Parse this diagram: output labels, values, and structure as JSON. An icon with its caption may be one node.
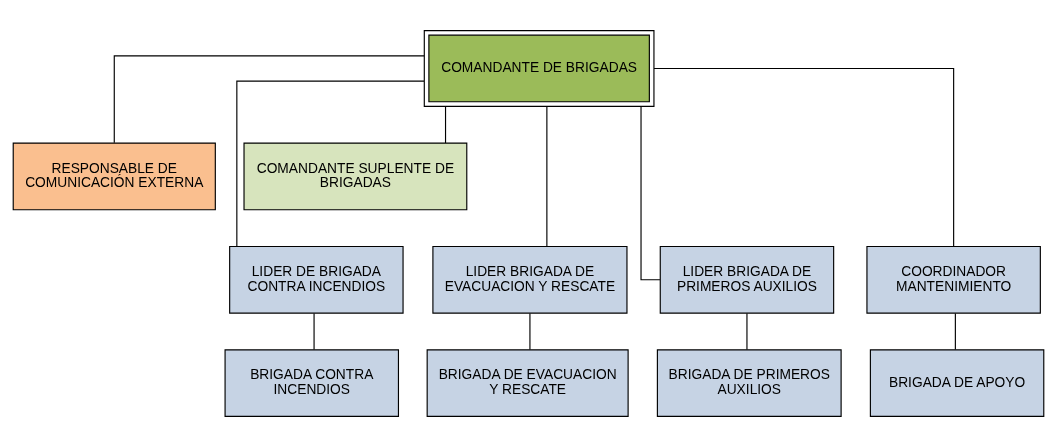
{
  "diagram": {
    "nodes": [
      {
        "text": [
          "COMANDANTE DE BRIGADAS"
        ]
      },
      {
        "text": [
          "RESPONSABLE DE COMUNICACIÓN EXTERNA"
        ]
      },
      {
        "text": [
          "COMANDANTE SUPLENTE DE BRIGADAS"
        ]
      },
      {
        "text": [
          "LIDER DE BRIGADA CONTRA INCENDIOS"
        ]
      },
      {
        "text": [
          "LIDER BRIGADA DE EVACUACION Y RESCATE"
        ]
      },
      {
        "text": [
          "LIDER BRIGADA DE PRIMEROS AUXILIOS"
        ]
      },
      {
        "text": [
          "COORDINADOR MANTENIMIENTO"
        ]
      },
      {
        "text": [
          "BRIGADA CONTRA INCENDIOS"
        ]
      },
      {
        "text": [
          "BRIGADA DE EVACUACION Y RESCATE"
        ]
      },
      {
        "text": [
          "BRIGADA DE PRIMEROS AUXILIOS"
        ]
      },
      {
        "text": [
          "BRIGADA DE APOYO"
        ]
      }
    ],
    "edges": [
      {
        "from": 0,
        "to": 1,
        "arrow": "none"
      },
      {
        "from": 0,
        "to": 2,
        "arrow": "none"
      },
      {
        "from": 0,
        "to": 3,
        "arrow": "none"
      },
      {
        "from": 0,
        "to": 4,
        "arrow": "none"
      },
      {
        "from": 0,
        "to": 5,
        "arrow": "none"
      },
      {
        "from": 0,
        "to": 6,
        "arrow": "none"
      },
      {
        "from": 3,
        "to": 7,
        "arrow": "none"
      },
      {
        "from": 4,
        "to": 8,
        "arrow": "none"
      },
      {
        "from": 5,
        "to": 9,
        "arrow": "none"
      },
      {
        "from": 6,
        "to": 10,
        "arrow": "none"
      }
    ]
  }
}
